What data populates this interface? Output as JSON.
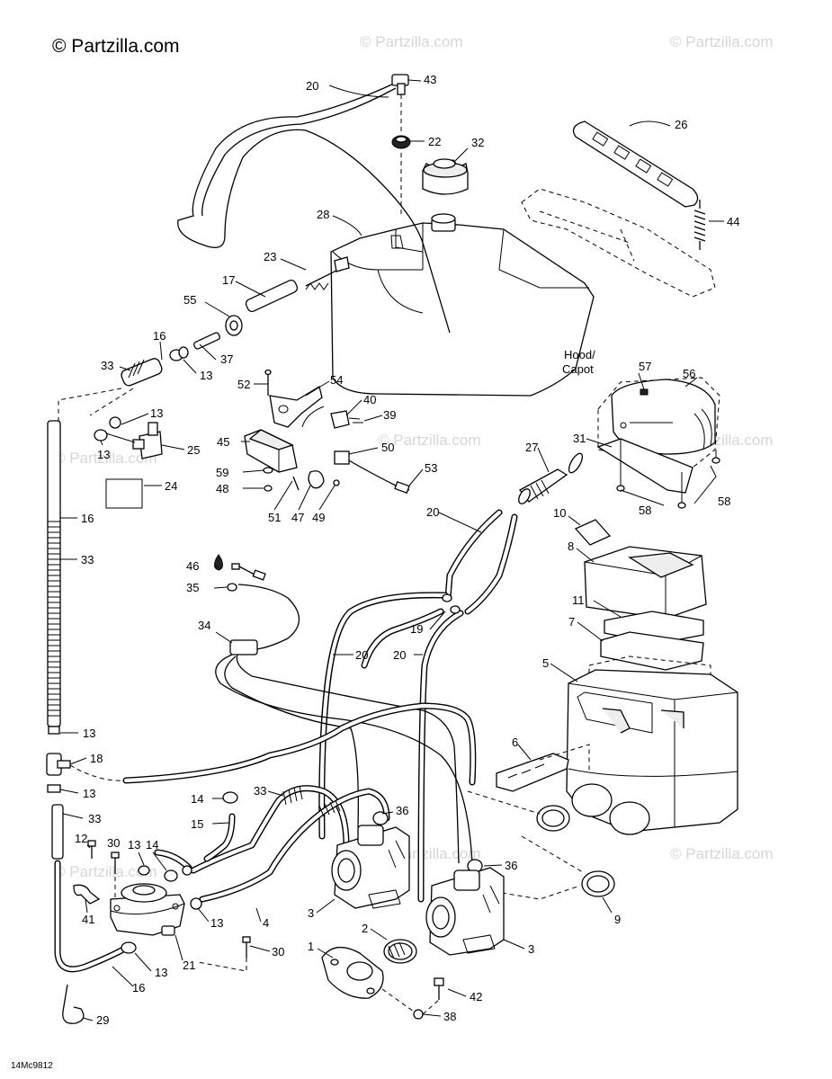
{
  "watermark_main": "© Partzilla.com",
  "watermark_faint": "© Partzilla.com",
  "diagram_ref": "14Mc9812",
  "callouts": {
    "c1": "1",
    "c2": "2",
    "c3a": "3",
    "c3b": "3",
    "c4": "4",
    "c5": "5",
    "c6": "6",
    "c7": "7",
    "c8": "8",
    "c9": "9",
    "c10": "10",
    "c11": "11",
    "c12": "12",
    "c13a": "13",
    "c13b": "13",
    "c13c": "13",
    "c13d": "13",
    "c13e": "13",
    "c13f": "13",
    "c13g": "13",
    "c13h": "13",
    "c13i": "13",
    "c14a": "14",
    "c14b": "14",
    "c15": "15",
    "c16a": "16",
    "c16b": "16",
    "c16c": "16",
    "c17": "17",
    "c18": "18",
    "c19": "19",
    "c20a": "20",
    "c20b": "20",
    "c20c": "20",
    "c20d": "20",
    "c21": "21",
    "c22": "22",
    "c23": "23",
    "c24": "24",
    "c25": "25",
    "c26": "26",
    "c27": "27",
    "c28": "28",
    "c29": "29",
    "c30a": "30",
    "c30b": "30",
    "c31": "31",
    "c32": "32",
    "c33a": "33",
    "c33b": "33",
    "c33c": "33",
    "c33d": "33",
    "c34": "34",
    "c35": "35",
    "c36a": "36",
    "c36b": "36",
    "c37": "37",
    "c38": "38",
    "c39": "39",
    "c40": "40",
    "c41": "41",
    "c42": "42",
    "c43": "43",
    "c44": "44",
    "c45": "45",
    "c46": "46",
    "c47": "47",
    "c48": "48",
    "c49": "49",
    "c50": "50",
    "c51": "51",
    "c52": "52",
    "c53": "53",
    "c54": "54",
    "c55": "55",
    "c56": "56",
    "c57": "57",
    "c58a": "58",
    "c58b": "58",
    "c59": "59"
  },
  "hood_label_line1": "Hood/",
  "hood_label_line2": "Capot"
}
